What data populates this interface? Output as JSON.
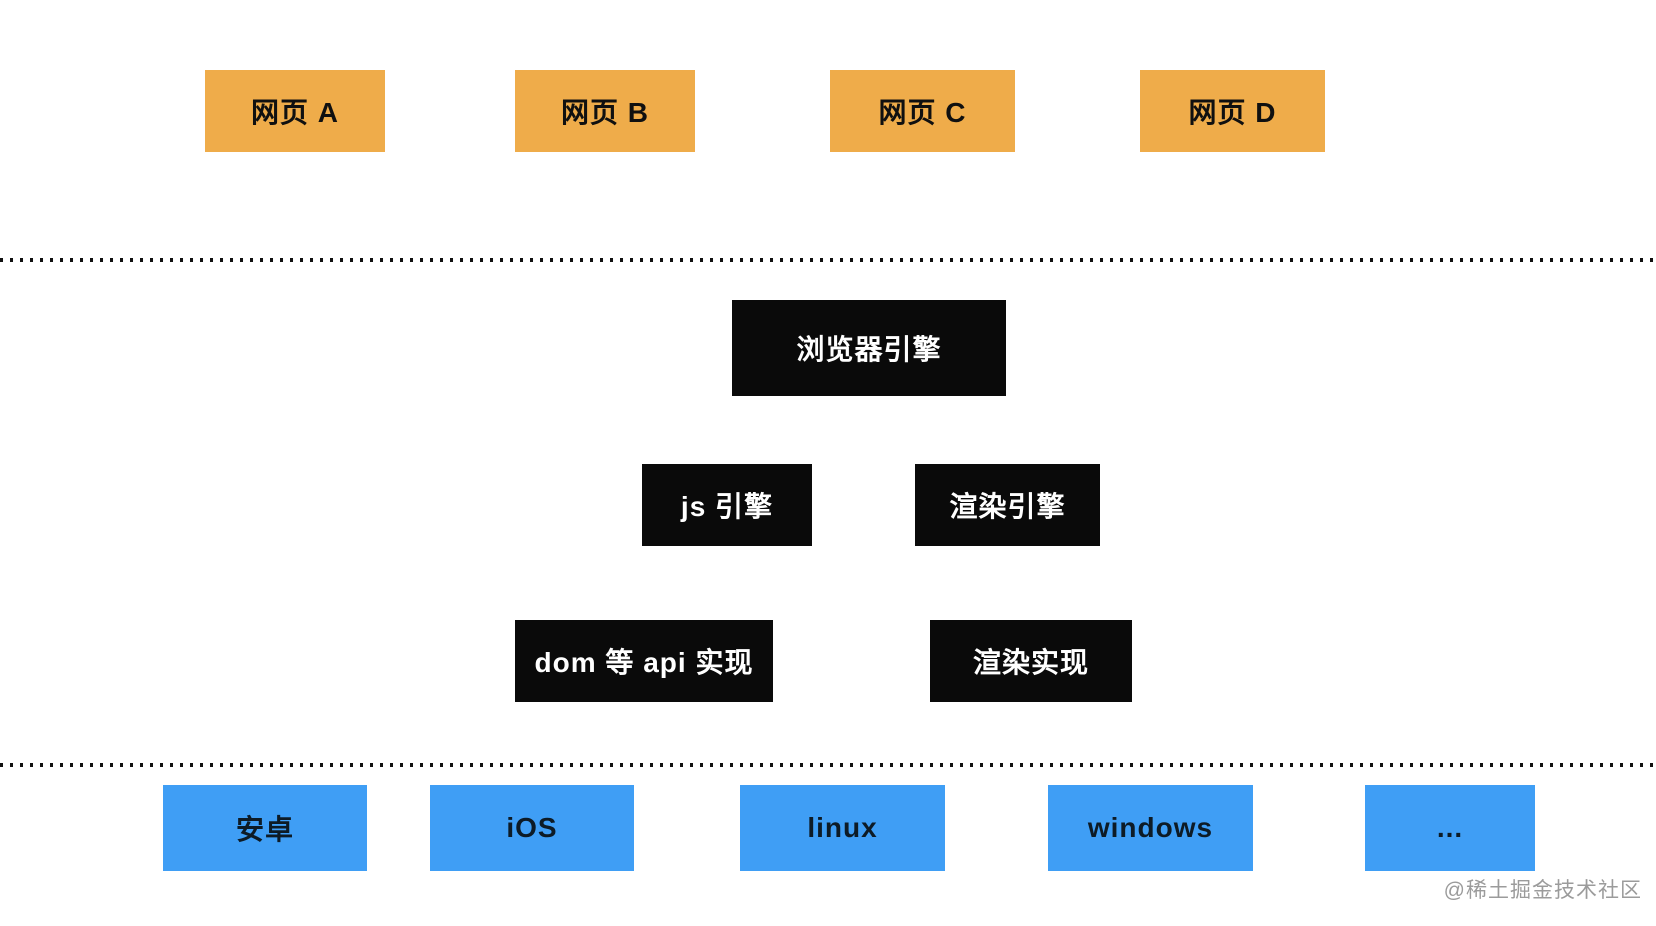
{
  "colors": {
    "webpage_box": "#efac4a",
    "engine_box": "#0a0a0a",
    "os_box": "#3f9ef5",
    "divider": "#111111",
    "watermark": "#9b9b9b"
  },
  "webpages": {
    "items": [
      "网页 A",
      "网页 B",
      "网页 C",
      "网页 D"
    ]
  },
  "engines": {
    "browser_engine": "浏览器引擎",
    "js_engine": "js 引擎",
    "render_engine": "渲染引擎",
    "dom_api_impl": "dom 等 api 实现",
    "render_impl": "渲染实现"
  },
  "platforms": {
    "items": [
      "安卓",
      "iOS",
      "linux",
      "windows",
      "..."
    ]
  },
  "watermark": {
    "text": "@稀土掘金技术社区"
  }
}
